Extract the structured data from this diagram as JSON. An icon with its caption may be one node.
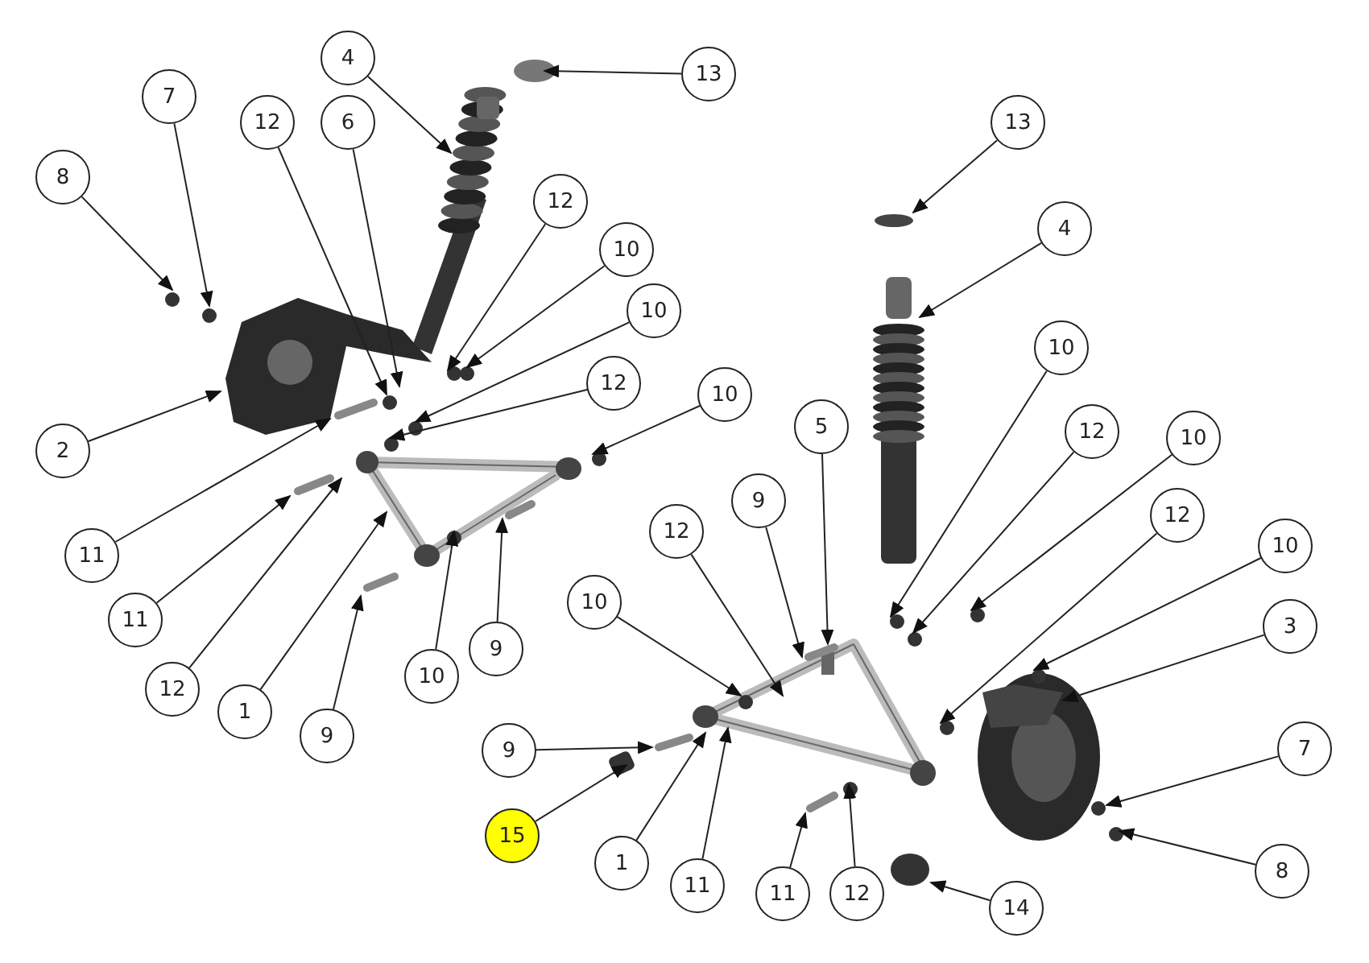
{
  "diagram": {
    "nodes": [
      {
        "text": [
          "4"
        ]
      },
      {
        "text": [
          "13"
        ]
      },
      {
        "text": [
          "7"
        ]
      },
      {
        "text": [
          "12"
        ]
      },
      {
        "text": [
          "6"
        ]
      },
      {
        "text": [
          "13"
        ]
      },
      {
        "text": [
          "8"
        ]
      },
      {
        "text": [
          "12"
        ]
      },
      {
        "text": [
          "4"
        ]
      },
      {
        "text": [
          "10"
        ]
      },
      {
        "text": [
          "10"
        ]
      },
      {
        "text": [
          "10"
        ]
      },
      {
        "text": [
          "12"
        ]
      },
      {
        "text": [
          "10"
        ]
      },
      {
        "text": [
          "5"
        ]
      },
      {
        "text": [
          "12"
        ]
      },
      {
        "text": [
          "10"
        ]
      },
      {
        "text": [
          "2"
        ]
      },
      {
        "text": [
          "9"
        ]
      },
      {
        "text": [
          "12"
        ]
      },
      {
        "text": [
          "12"
        ]
      },
      {
        "text": [
          "10"
        ]
      },
      {
        "text": [
          "11"
        ]
      },
      {
        "text": [
          "10"
        ]
      },
      {
        "text": [
          "11"
        ]
      },
      {
        "text": [
          "3"
        ]
      },
      {
        "text": [
          "9"
        ]
      },
      {
        "text": [
          "10"
        ]
      },
      {
        "text": [
          "12"
        ]
      },
      {
        "text": [
          "1"
        ]
      },
      {
        "text": [
          "9"
        ]
      },
      {
        "text": [
          "7"
        ]
      },
      {
        "text": [
          "9"
        ]
      },
      {
        "text": [
          "15"
        ]
      },
      {
        "text": [
          "8"
        ]
      },
      {
        "text": [
          "1"
        ]
      },
      {
        "text": [
          "11"
        ]
      },
      {
        "text": [
          "14"
        ]
      },
      {
        "text": [
          "11"
        ]
      },
      {
        "text": [
          "12"
        ]
      }
    ],
    "edges": [
      {
        "from": 0,
        "to": null,
        "arrow": "to"
      },
      {
        "from": 1,
        "to": null,
        "arrow": "to"
      },
      {
        "from": 2,
        "to": null,
        "arrow": "to"
      },
      {
        "from": 3,
        "to": null,
        "arrow": "to"
      },
      {
        "from": 4,
        "to": null,
        "arrow": "to"
      },
      {
        "from": 5,
        "to": null,
        "arrow": "to"
      },
      {
        "from": 6,
        "to": null,
        "arrow": "to"
      },
      {
        "from": 7,
        "to": null,
        "arrow": "to"
      },
      {
        "from": 8,
        "to": null,
        "arrow": "to"
      },
      {
        "from": 9,
        "to": null,
        "arrow": "to"
      },
      {
        "from": 10,
        "to": null,
        "arrow": "to"
      },
      {
        "from": 11,
        "to": null,
        "arrow": "to"
      },
      {
        "from": 12,
        "to": null,
        "arrow": "to"
      },
      {
        "from": 13,
        "to": null,
        "arrow": "to"
      },
      {
        "from": 14,
        "to": null,
        "arrow": "to"
      },
      {
        "from": 15,
        "to": null,
        "arrow": "to"
      },
      {
        "from": 16,
        "to": null,
        "arrow": "to"
      },
      {
        "from": 17,
        "to": null,
        "arrow": "to"
      },
      {
        "from": 18,
        "to": null,
        "arrow": "to"
      },
      {
        "from": 19,
        "to": null,
        "arrow": "to"
      },
      {
        "from": 20,
        "to": null,
        "arrow": "to"
      },
      {
        "from": 21,
        "to": null,
        "arrow": "to"
      },
      {
        "from": 22,
        "to": null,
        "arrow": "to"
      },
      {
        "from": 23,
        "to": null,
        "arrow": "to"
      },
      {
        "from": 24,
        "to": null,
        "arrow": "to"
      },
      {
        "from": 25,
        "to": null,
        "arrow": "to"
      },
      {
        "from": 26,
        "to": null,
        "arrow": "to"
      },
      {
        "from": 27,
        "to": null,
        "arrow": "to"
      },
      {
        "from": 28,
        "to": null,
        "arrow": "to"
      },
      {
        "from": 29,
        "to": null,
        "arrow": "to"
      },
      {
        "from": 30,
        "to": null,
        "arrow": "to"
      },
      {
        "from": 31,
        "to": null,
        "arrow": "to"
      },
      {
        "from": 32,
        "to": null,
        "arrow": "to"
      },
      {
        "from": 33,
        "to": null,
        "arrow": "to"
      },
      {
        "from": 34,
        "to": null,
        "arrow": "to"
      },
      {
        "from": 35,
        "to": null,
        "arrow": "to"
      },
      {
        "from": 36,
        "to": null,
        "arrow": "to"
      },
      {
        "from": 37,
        "to": null,
        "arrow": "to"
      },
      {
        "from": 38,
        "to": null,
        "arrow": "to"
      },
      {
        "from": 39,
        "to": null,
        "arrow": "to"
      }
    ]
  }
}
